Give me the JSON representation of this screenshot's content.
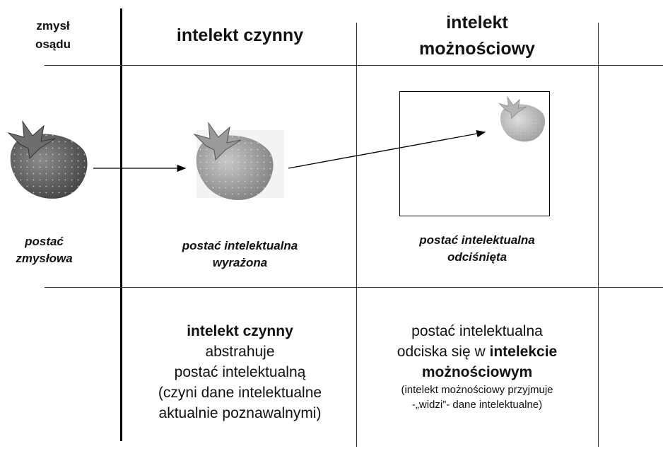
{
  "headers": {
    "col0": [
      "zmysł",
      "osądu"
    ],
    "col1": "intelekt czynny",
    "col2": [
      "intelekt",
      "możnościowy"
    ]
  },
  "captions": {
    "col0": [
      "postać",
      "zmysłowa"
    ],
    "col1": [
      "postać intelektualna",
      "wyrażona"
    ],
    "col2": [
      "postać intelektualna",
      "odciśnięta"
    ]
  },
  "descriptions": {
    "col1": {
      "bold": "intelekt czynny",
      "lines": [
        "abstrahuje",
        "postać intelektualną",
        "(czyni dane intelektualne",
        "aktualnie poznawalnymi)"
      ]
    },
    "col2": {
      "line1": "postać intelektualna",
      "line2_prefix": "odciska się w ",
      "line2_bold": "intelekcie",
      "line3_bold": "możnościowym",
      "small": [
        "(intelekt możnościowy przyjmuje",
        "-„widzi”- dane intelektualne)"
      ]
    }
  },
  "icons": {
    "strawberry_sensory": "strawberry-icon",
    "strawberry_expressed": "strawberry-icon",
    "strawberry_impressed": "strawberry-icon"
  },
  "colors": {
    "line": "#000000",
    "strawberry_dark": "#555555",
    "strawberry_mid": "#8a8a8a",
    "strawberry_light": "#bdbdbd"
  }
}
